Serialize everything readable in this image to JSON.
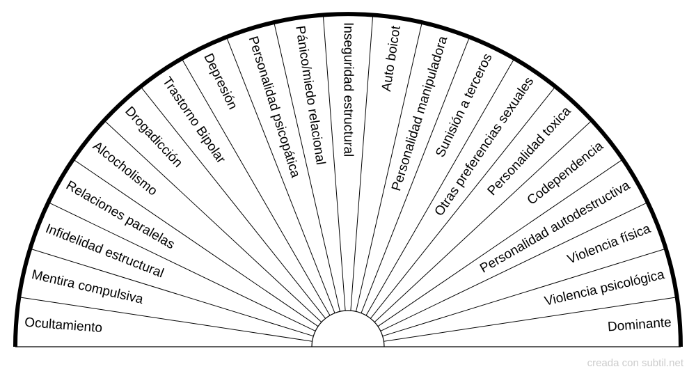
{
  "chart_data": {
    "type": "pie",
    "categories": [
      "Ocultamiento",
      "Mentira compulsiva",
      "Infidelidad estructural",
      "Relaciones paralelas",
      "Alcocholismo",
      "Drogadicción",
      "Trastorno Bipolar",
      "Depresión",
      "Personalidad psicopática",
      "Pánico/miedo relacional",
      "Inseguridad estructural",
      "Auto boicot",
      "Personalidad manipuladora",
      "Sunisión a terceros",
      "Otras preferencias sexuales",
      "Personalidad toxica",
      "Codependencia",
      "Personalidad autodestructiva",
      "Violencia física",
      "Violencia psicológica",
      "Dominante"
    ],
    "values": [
      1,
      1,
      1,
      1,
      1,
      1,
      1,
      1,
      1,
      1,
      1,
      1,
      1,
      1,
      1,
      1,
      1,
      1,
      1,
      1,
      1
    ],
    "title": "",
    "colors": {
      "line": "#000000",
      "fill": "#ffffff",
      "text": "#000000"
    }
  },
  "footer": {
    "credit": "creada con subtil.net"
  }
}
